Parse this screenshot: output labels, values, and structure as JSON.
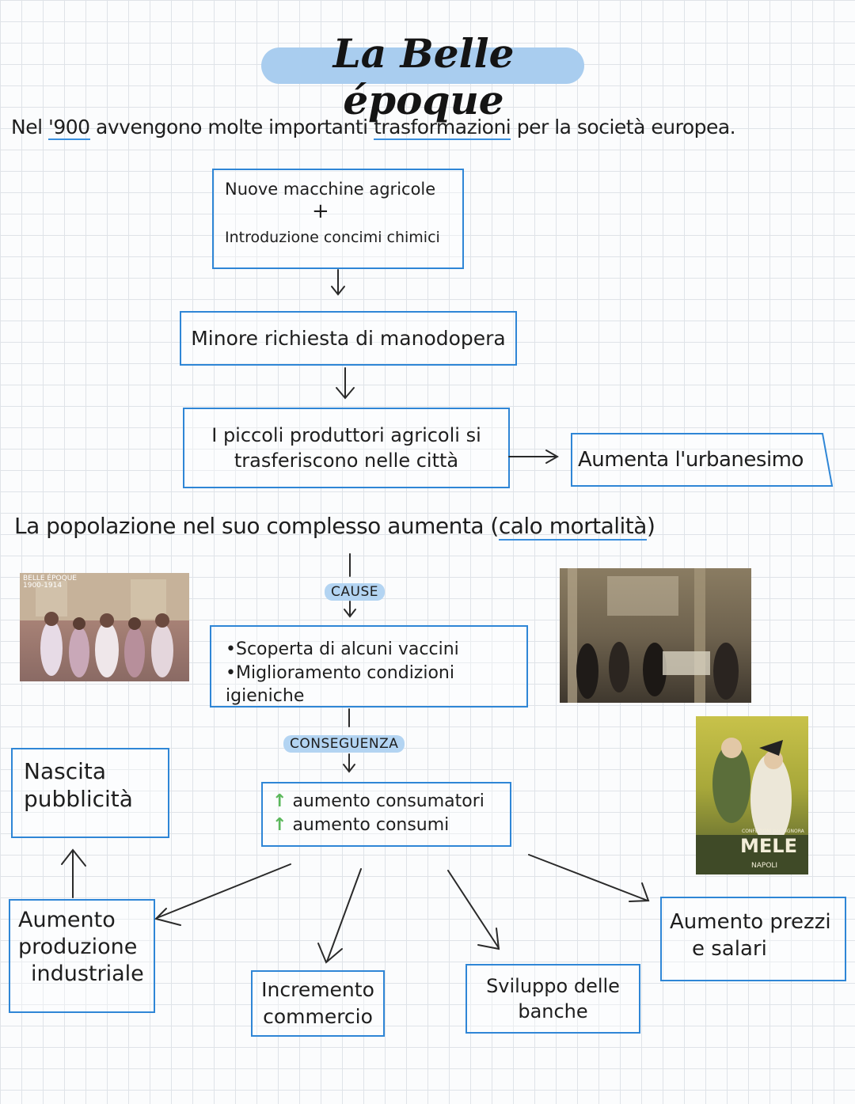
{
  "title": "La Belle époque",
  "intro": {
    "prefix": "Nel",
    "year": "'900",
    "middle": "avvengono molte importanti",
    "highlight": "trasformazioni",
    "suffix": "per la società europea."
  },
  "box_machines": {
    "line1": "Nuove macchine agricole",
    "plus": "+",
    "line2": "Introduzione concimi chimici"
  },
  "box_labour": "Minore richiesta di manodopera",
  "box_farmers": {
    "line1": "I piccoli produttori agricoli si",
    "line2": "trasferiscono nelle città"
  },
  "box_urban": "Aumenta l'urbanesimo",
  "population": {
    "text": "La popolazione nel suo complesso aumenta",
    "paren_open": "(",
    "paren_text": "calo mortalità",
    "paren_close": ")"
  },
  "tag_causes": "CAUSE",
  "box_causes": {
    "item1": "•Scoperta di alcuni vaccini",
    "item2": "•Miglioramento condizioni igieniche"
  },
  "tag_consequence": "CONSEGUENZA",
  "box_consumers": {
    "arrow": "↑",
    "item1": "aumento consumatori",
    "item2": "aumento consumi"
  },
  "box_advertising": {
    "line1": "Nascita",
    "line2": "pubblicità"
  },
  "box_production": {
    "line1": "Aumento",
    "line2": "produzione",
    "line3": "industriale"
  },
  "box_commerce": {
    "line1": "Incremento",
    "line2": "commercio"
  },
  "box_banks": {
    "line1": "Sviluppo delle",
    "line2": "banche"
  },
  "box_prices": {
    "line1": "Aumento prezzi",
    "line2": "e salari"
  },
  "pictures": {
    "left_caption_1": "BELLE ÉPOQUE",
    "left_caption_2": "1900-1914",
    "poster_brand": "MELE",
    "poster_line": "CONFEZIONI per SIGNORA",
    "poster_city": "NAPOLI"
  },
  "colors": {
    "accent": "#2f86d6",
    "highlight": "#a9cdef",
    "up_arrow": "#5bb85b"
  }
}
